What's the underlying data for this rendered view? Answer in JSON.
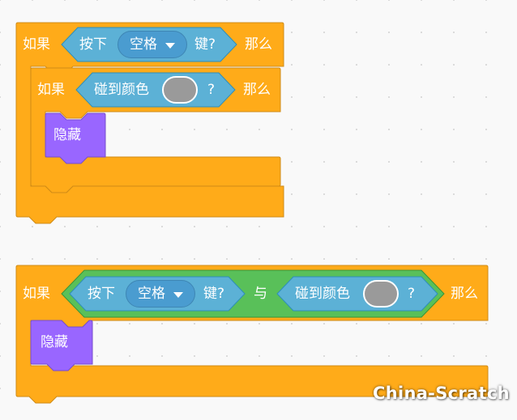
{
  "colors": {
    "control": "#ffab19",
    "control_edge": "#cf8b17",
    "sensing": "#5cb1d6",
    "sensing_edge": "#2e8eb8",
    "operators": "#59c059",
    "operators_edge": "#389438",
    "looks": "#9966ff",
    "looks_edge": "#774dcb",
    "swatch": "#9a9a9a"
  },
  "script1": {
    "outer_if": {
      "if_label": "如果",
      "then_label": "那么"
    },
    "key_pressed": {
      "prefix": "按下",
      "key": "空格",
      "suffix": "键?"
    },
    "inner_if": {
      "if_label": "如果",
      "then_label": "那么"
    },
    "touching_color": {
      "label": "碰到颜色",
      "suffix": "?"
    },
    "hide": {
      "label": "隐藏"
    }
  },
  "script2": {
    "if_block": {
      "if_label": "如果",
      "then_label": "那么"
    },
    "and_operator": {
      "label": "与"
    },
    "key_pressed": {
      "prefix": "按下",
      "key": "空格",
      "suffix": "键?"
    },
    "touching_color": {
      "label": "碰到颜色",
      "suffix": "?"
    },
    "hide": {
      "label": "隐藏"
    }
  },
  "watermark": {
    "text": "China-Scratch"
  }
}
